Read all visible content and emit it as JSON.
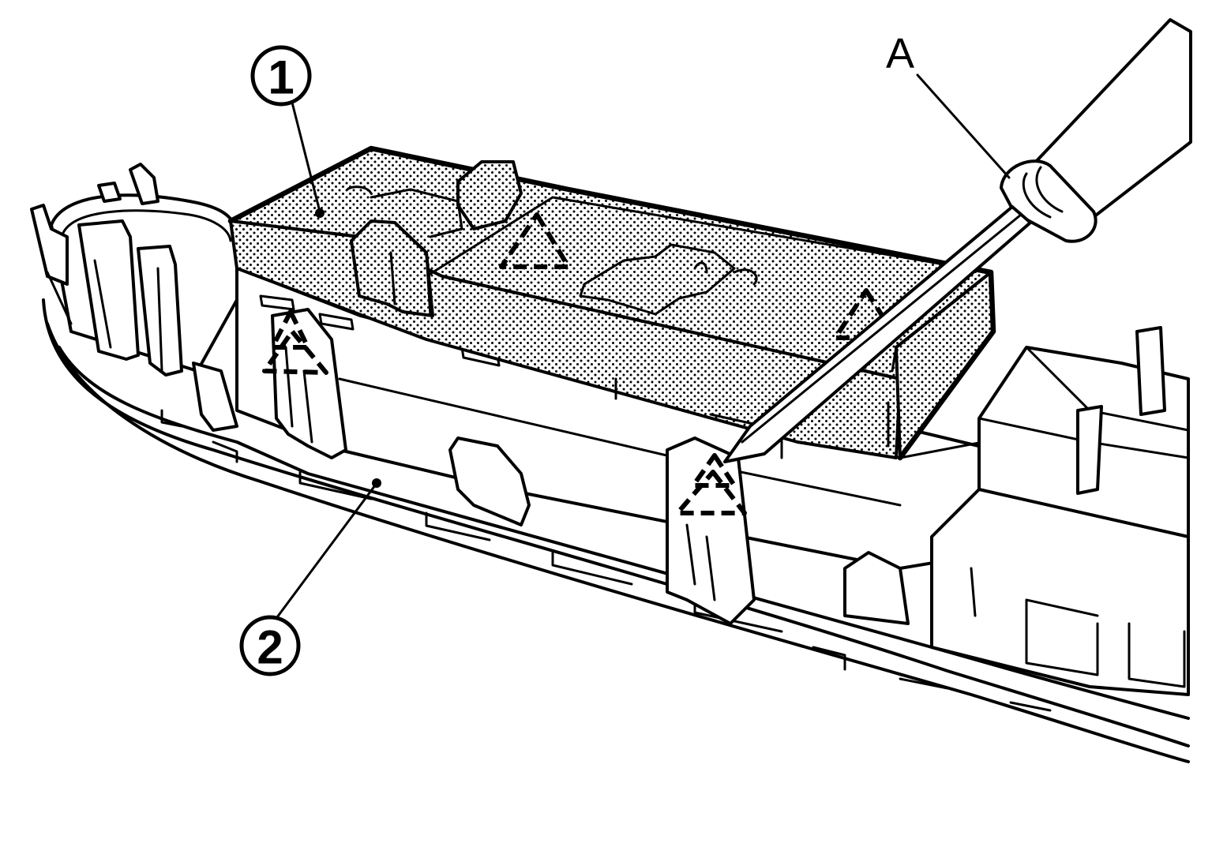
{
  "diagram": {
    "callouts": [
      {
        "id": "1",
        "text": "1",
        "refers_to": "dotted-component"
      },
      {
        "id": "2",
        "text": "2",
        "refers_to": "housing-panel"
      }
    ],
    "labels": [
      {
        "id": "A",
        "text": "A",
        "refers_to": "flat-blade-tool"
      }
    ],
    "clip_markers": 6,
    "colors": {
      "ink": "#000000",
      "paper": "#ffffff"
    }
  }
}
